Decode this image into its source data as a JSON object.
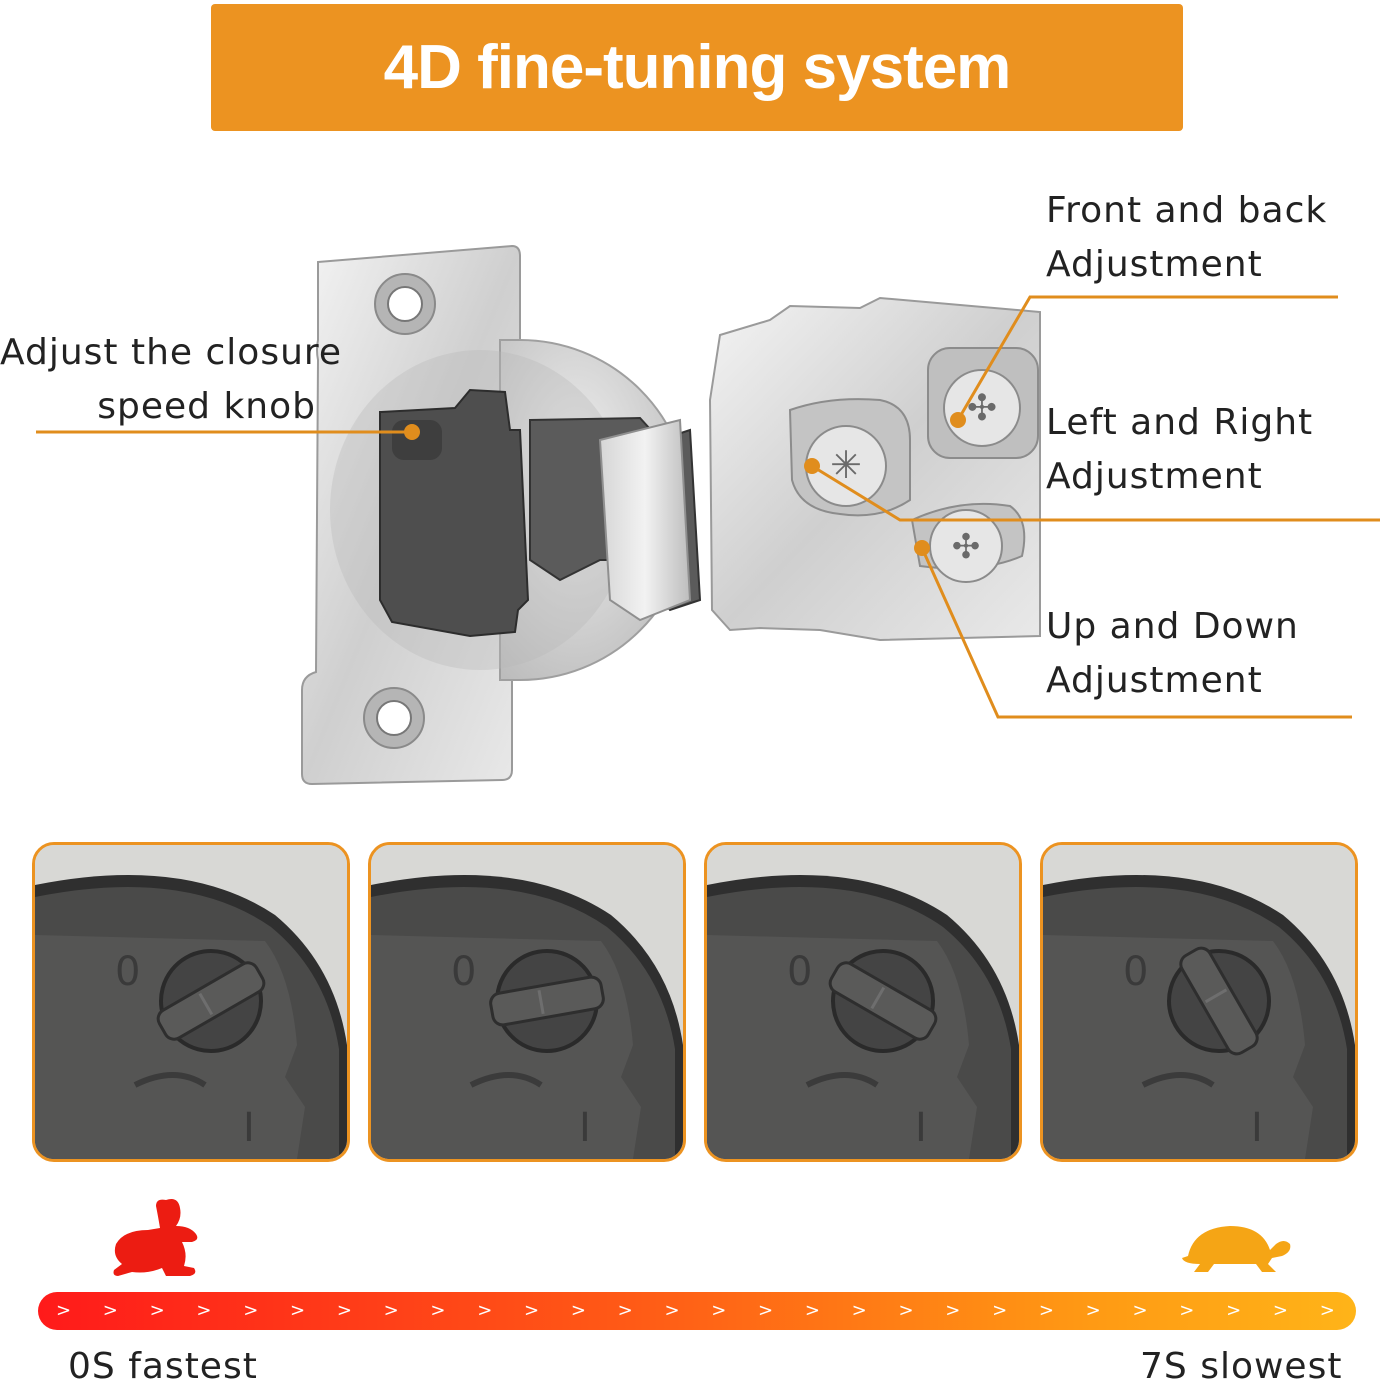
{
  "banner": {
    "title": "4D fine-tuning system"
  },
  "callouts": {
    "closure_knob": {
      "line1": "Adjust the closure",
      "line2": "speed knob"
    },
    "front_back": {
      "line1": "Front and back",
      "line2": "Adjustment"
    },
    "left_right": {
      "line1": "Left and Right",
      "line2": "Adjustment"
    },
    "up_down": {
      "line1": "Up and Down",
      "line2": "Adjustment"
    }
  },
  "knob_positions": [
    {
      "knob_label_top": "0",
      "knob_label_bottom": "I",
      "angle_deg": -30
    },
    {
      "knob_label_top": "0",
      "knob_label_bottom": "I",
      "angle_deg": -10
    },
    {
      "knob_label_top": "0",
      "knob_label_bottom": "I",
      "angle_deg": 30
    },
    {
      "knob_label_top": "0",
      "knob_label_bottom": "I",
      "angle_deg": 60
    }
  ],
  "speed_scale": {
    "fast_label": "0S fastest",
    "slow_label": "7S slowest",
    "fast_icon": "rabbit-icon",
    "slow_icon": "turtle-icon",
    "arrows": "> > > > > > > > > > > > > > > > > > > > > > > > > > > > > > > > > > > > > > > > > > > > > > > > >"
  },
  "colors": {
    "accent": "#ec9321",
    "fast": "#ff1a1a",
    "slow": "#ffb418"
  }
}
